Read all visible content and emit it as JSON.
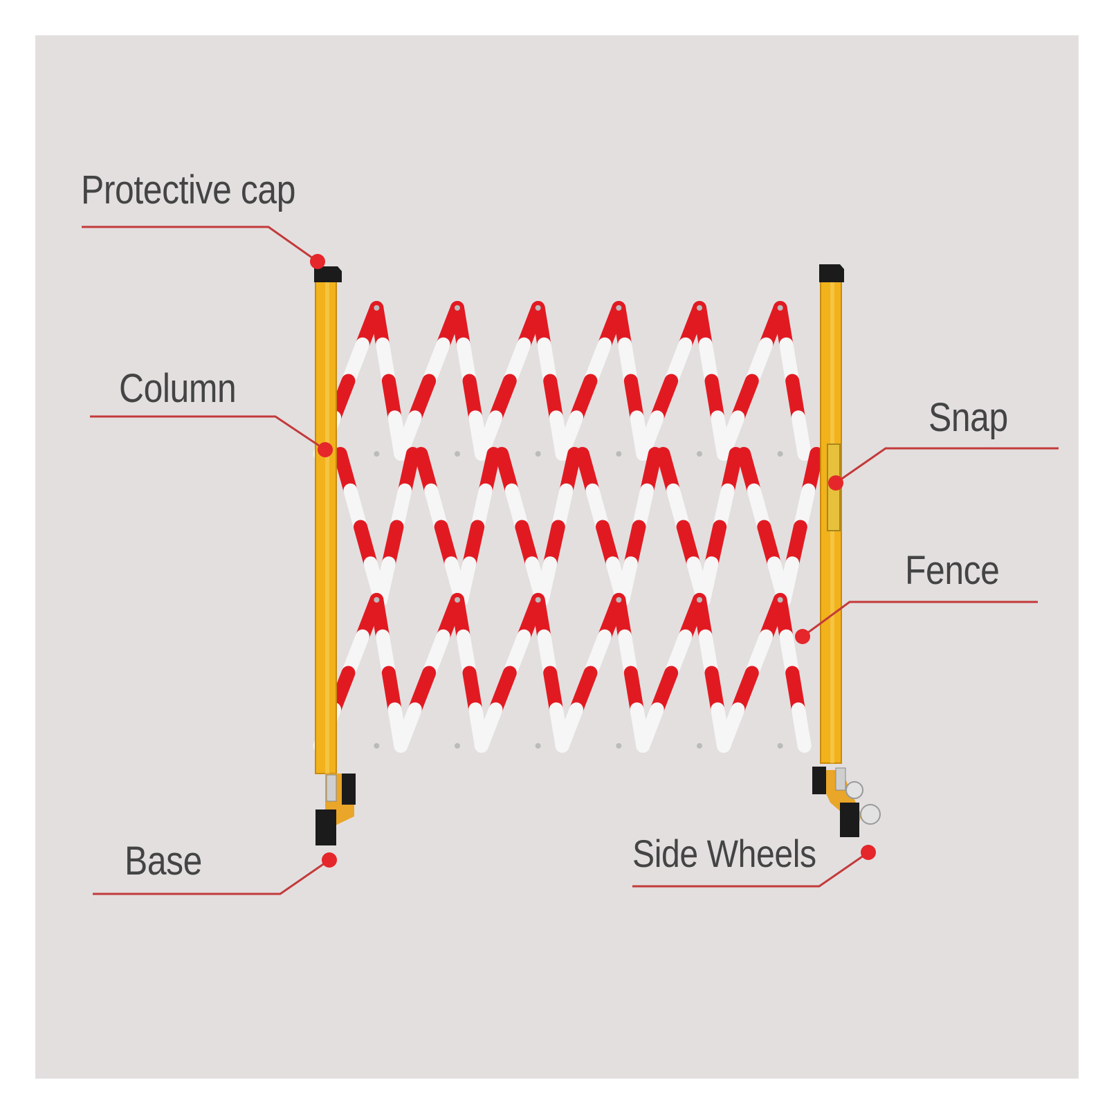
{
  "labels": {
    "protective_cap": "Protective cap",
    "column": "Column",
    "snap": "Snap",
    "fence": "Fence",
    "base": "Base",
    "side_wheels": "Side Wheels"
  },
  "colors": {
    "background": "#e3dfdf",
    "leader_line": "#c33a3a",
    "leader_dot": "#e5262b",
    "column_yellow": "#f2b21c",
    "fence_red": "#e11a22",
    "fence_white": "#f6f6f6",
    "cap_black": "#1b1b1b",
    "label_text": "#444444"
  }
}
